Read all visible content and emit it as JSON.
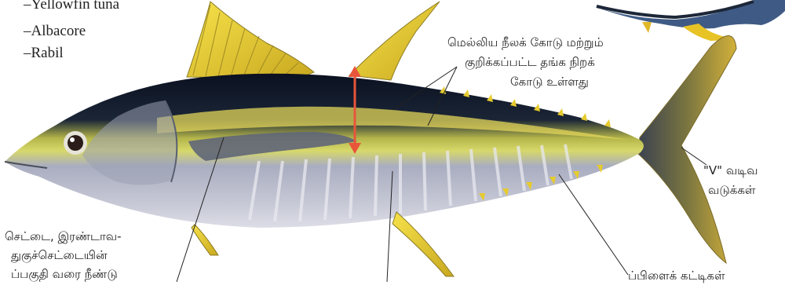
{
  "names": [
    "–Yellowfin tuna",
    "–Albacore",
    "–Rabil"
  ],
  "labels": {
    "stripe_line1": "மெல்லிய நீலக் கோடு மற்றும்",
    "stripe_line2": "குறிக்கப்பட்ட தங்க நிறக்",
    "stripe_line3": "கோடு உள்ளது",
    "tail_line1": "\"V\" வடிவ",
    "tail_line2": "வடுக்கள்",
    "pectoral_line1": "செட்டை, இரண்டாவ-",
    "pectoral_line2": "துகுச்செட்டையின்",
    "pectoral_line3": "ப்பகுதி வரை நீண்டு",
    "finlets_line1": "ப்பிளைக் கட்டிகள்"
  },
  "colors": {
    "back": "#0c1220",
    "gold": "#d8c840",
    "fin_yellow": "#f0d83a",
    "belly": "#b9bccb",
    "arrow": "#e8553b"
  }
}
